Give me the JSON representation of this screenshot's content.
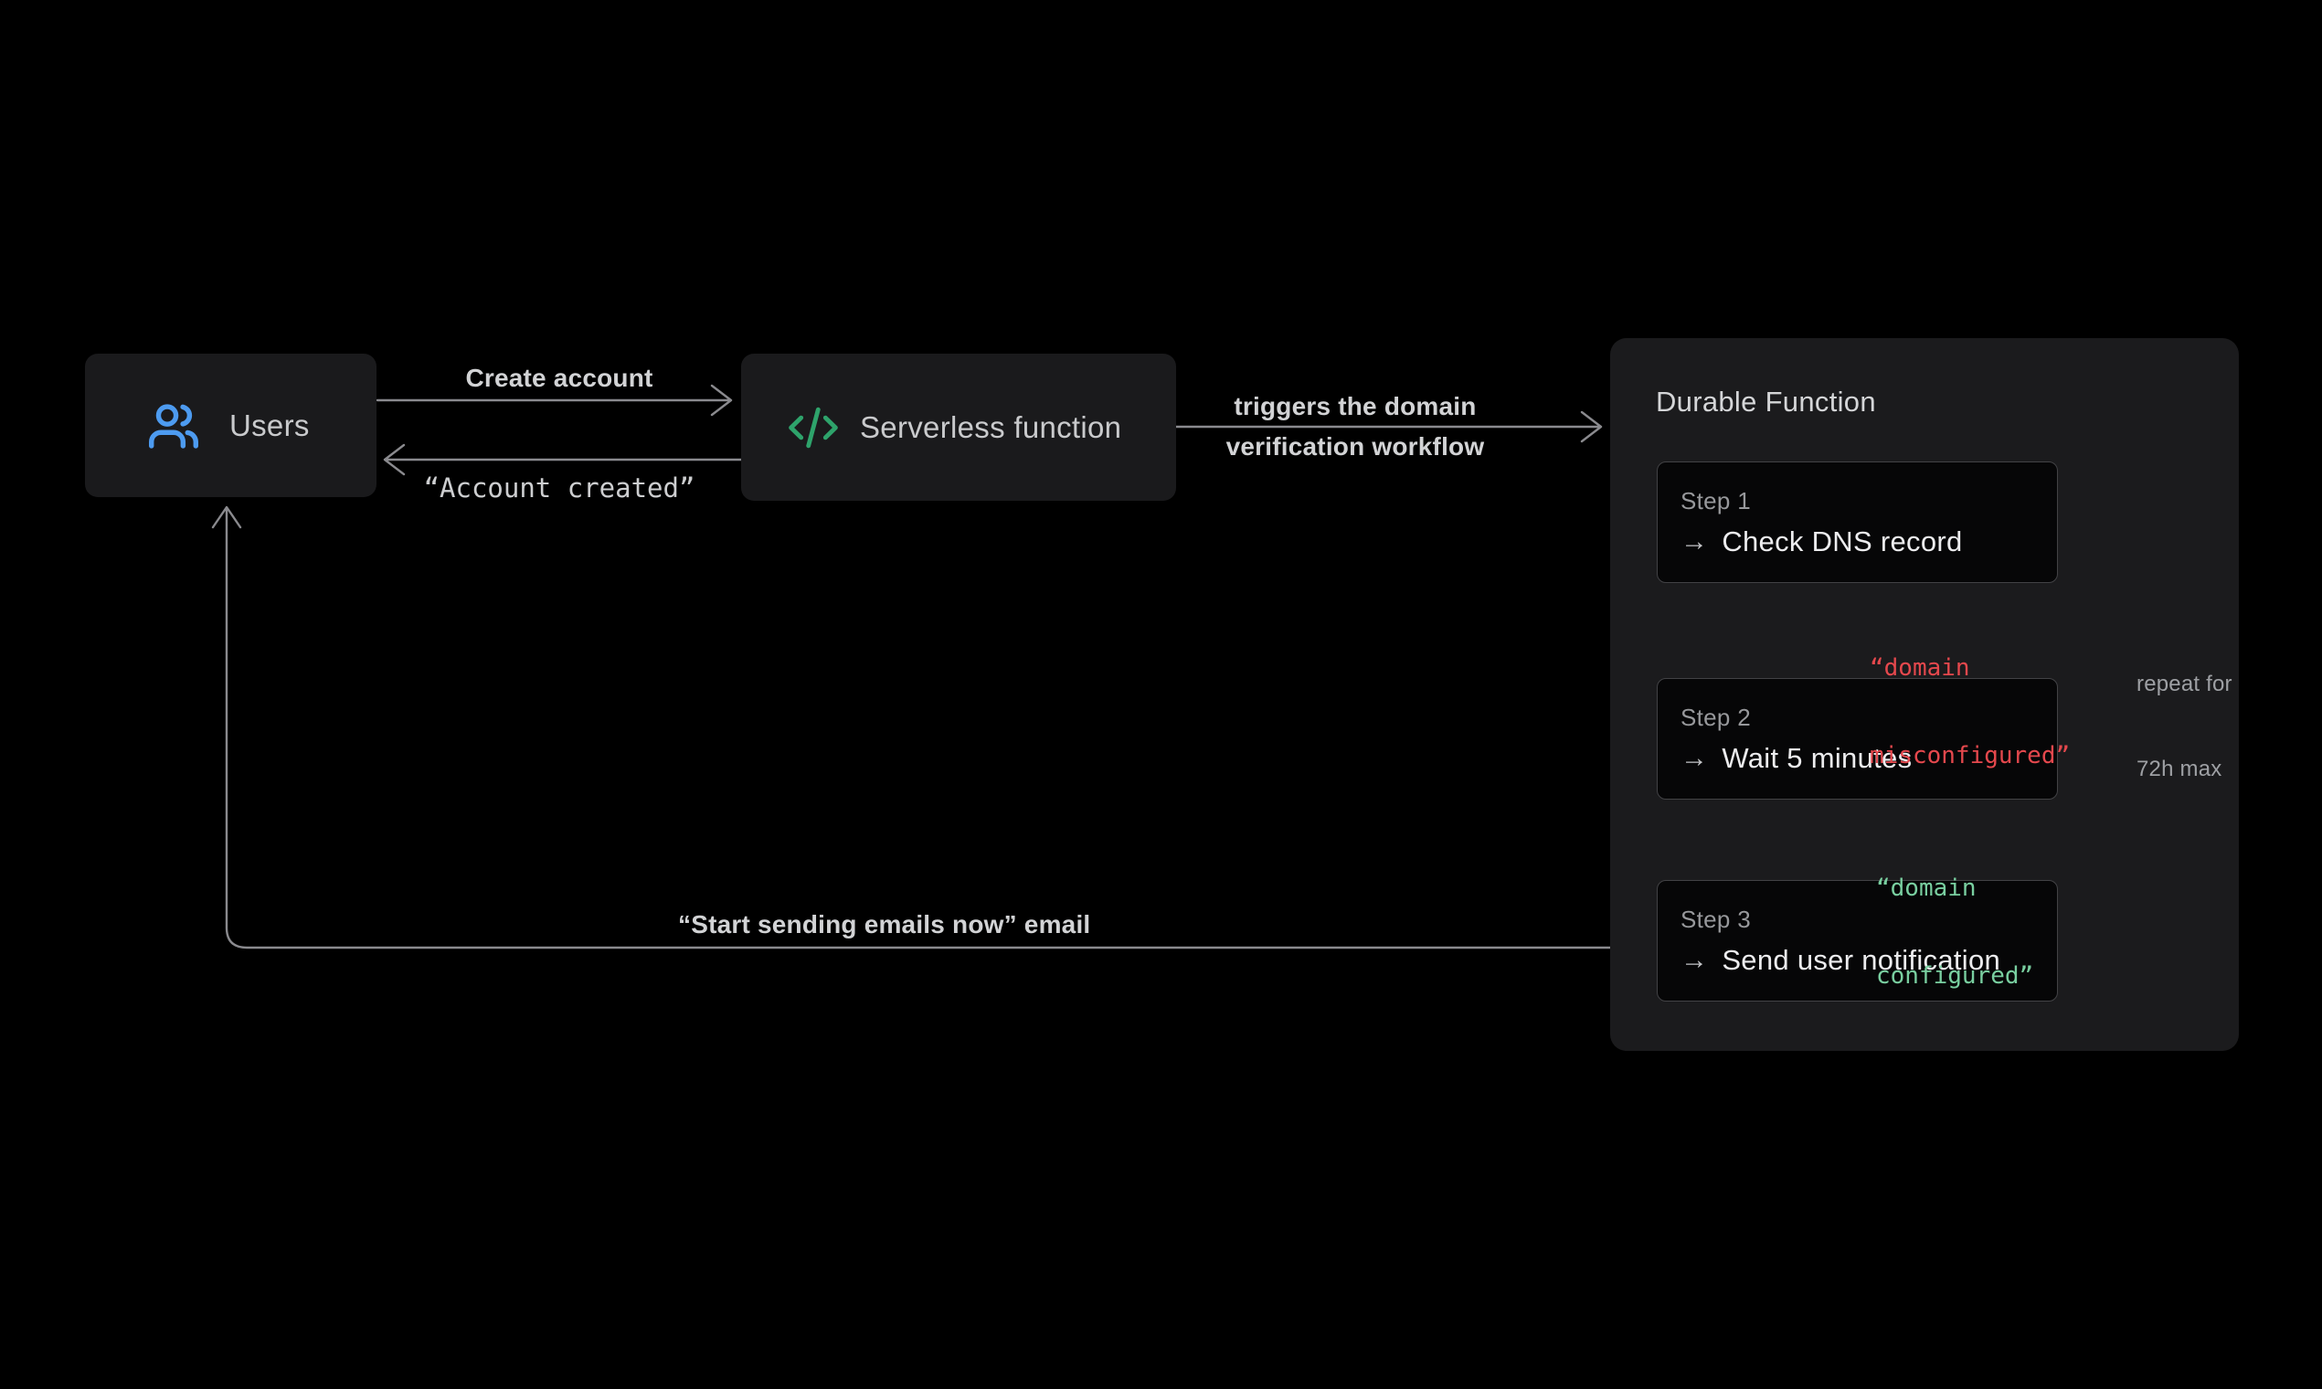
{
  "colors": {
    "background": "#000000",
    "node_fill": "#1A1A1C",
    "panel_fill": "#1B1B1D",
    "step_fill": "#060607",
    "step_border": "#424245",
    "connector_gray": "#8A8A8E",
    "users_icon_blue": "#4D9BF0",
    "code_icon_green": "#2EA36B",
    "error_red": "#E5484D",
    "success_green": "#79CFA0"
  },
  "nodes": {
    "users": {
      "label": "Users",
      "icon": "users-icon"
    },
    "serverless": {
      "label": "Serverless function",
      "icon": "code-icon"
    }
  },
  "durable": {
    "title": "Durable Function",
    "steps": [
      {
        "label": "Step 1",
        "arrow": "→",
        "action": "Check DNS record"
      },
      {
        "label": "Step 2",
        "arrow": "→",
        "action": "Wait 5 minutes"
      },
      {
        "label": "Step 3",
        "arrow": "→",
        "action": "Send user notification"
      }
    ]
  },
  "edges": {
    "create_account": {
      "label": "Create account"
    },
    "account_created": {
      "label": "“Account created”"
    },
    "triggers": {
      "line1": "triggers the domain",
      "line2": "verification workflow"
    },
    "domain_misconfigured": {
      "line1": "“domain",
      "line2": "misconfigured”"
    },
    "repeat": {
      "line1": "repeat for",
      "line2": "72h max"
    },
    "domain_configured": {
      "line1": "“domain",
      "line2": "configured”"
    },
    "start_sending": {
      "label": "“Start sending emails now” email"
    }
  }
}
